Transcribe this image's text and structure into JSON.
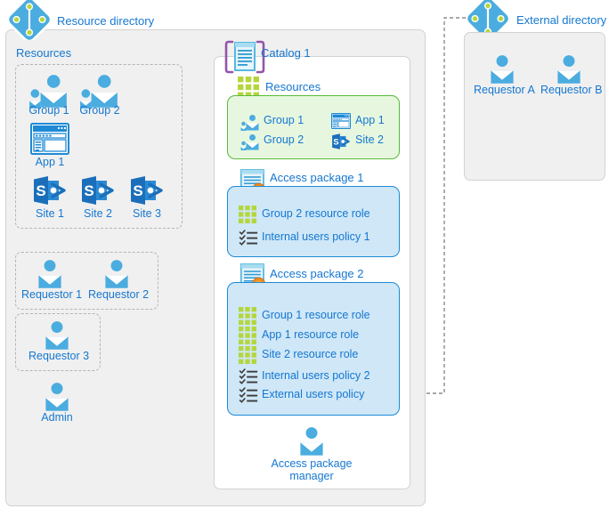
{
  "diagram": {
    "title": "Entitlement management access package diagram",
    "colors": {
      "label_blue": "#1577d1",
      "panel_bg": "#f0f0f0",
      "panel_border": "#d2d2d2",
      "resources_fill": "#e7f7df",
      "resources_border": "#57bb3a",
      "package_fill": "#cfe7f7",
      "package_border": "#1e8ad6",
      "icon_blue": "#4bacdf",
      "icon_green": "#b4d63c",
      "catalog_purple": "#9455a8",
      "seal_orange": "#f08c1e",
      "connector_gray": "#8c8c8c"
    }
  },
  "resource_directory": {
    "title": "Resource directory",
    "icon": "azure-ad-directory-icon",
    "resources_group": {
      "title": "Resources",
      "items": [
        {
          "label": "Group 1",
          "icon": "group-icon"
        },
        {
          "label": "Group 2",
          "icon": "group-icon"
        },
        {
          "label": "App 1",
          "icon": "application-icon"
        },
        {
          "label": "Site 1",
          "icon": "sharepoint-site-icon"
        },
        {
          "label": "Site 2",
          "icon": "sharepoint-site-icon"
        },
        {
          "label": "Site 3",
          "icon": "sharepoint-site-icon"
        }
      ]
    },
    "requestor_group_1": {
      "items": [
        {
          "label": "Requestor 1",
          "icon": "user-icon"
        },
        {
          "label": "Requestor 2",
          "icon": "user-icon"
        }
      ]
    },
    "requestor_group_2": {
      "items": [
        {
          "label": "Requestor 3",
          "icon": "user-icon"
        }
      ]
    },
    "admin": {
      "label": "Admin",
      "icon": "user-icon"
    }
  },
  "catalog": {
    "title": "Catalog 1",
    "icon": "catalog-icon",
    "resources": {
      "title": "Resources",
      "icon": "resource-grid-icon",
      "column_left": [
        {
          "label": "Group 1",
          "icon": "group-icon"
        },
        {
          "label": "Group 2",
          "icon": "group-icon"
        }
      ],
      "column_right": [
        {
          "label": "App 1",
          "icon": "application-icon"
        },
        {
          "label": "Site 2",
          "icon": "sharepoint-site-icon"
        }
      ]
    },
    "access_packages": [
      {
        "title": "Access package 1",
        "icon": "access-package-icon",
        "rows": [
          {
            "label": "Group 2 resource role",
            "icon": "resource-role-icon",
            "has_arrow": false
          },
          {
            "label": "Internal users policy 1",
            "icon": "policy-icon",
            "has_arrow": true
          }
        ]
      },
      {
        "title": "Access package 2",
        "icon": "access-package-icon",
        "rows": [
          {
            "label": "Group 1 resource role",
            "icon": "resource-role-icon",
            "has_arrow": false
          },
          {
            "label": "App 1 resource role",
            "icon": "resource-role-icon",
            "has_arrow": false
          },
          {
            "label": "Site 2 resource role",
            "icon": "resource-role-icon",
            "has_arrow": false
          },
          {
            "label": "Internal users policy 2",
            "icon": "policy-icon",
            "has_arrow": true
          },
          {
            "label": "External users policy",
            "icon": "policy-icon",
            "has_arrow": true
          }
        ]
      }
    ],
    "manager": {
      "label_line1": "Access package",
      "label_line2": "manager",
      "icon": "user-icon"
    }
  },
  "external_directory": {
    "title": "External directory",
    "icon": "azure-ad-directory-icon",
    "items": [
      {
        "label": "Requestor A",
        "icon": "user-icon"
      },
      {
        "label": "Requestor B",
        "icon": "user-icon"
      }
    ]
  }
}
